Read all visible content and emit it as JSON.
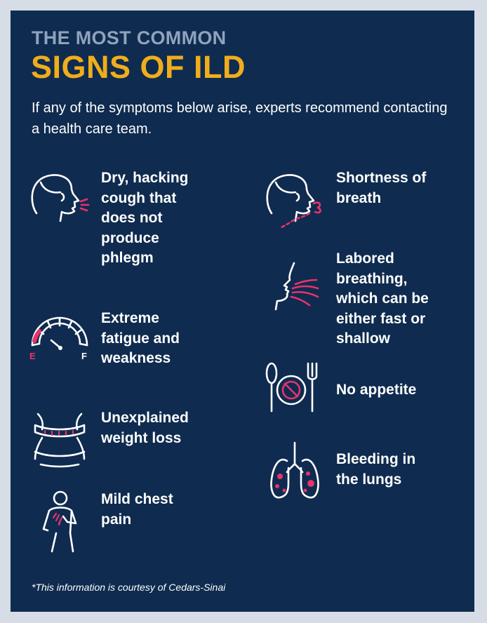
{
  "header": {
    "kicker": "THE MOST COMMON",
    "headline": "SIGNS OF ILD",
    "intro": "If any of the symptoms below arise, experts recommend contacting a health care team."
  },
  "symptoms": {
    "left": [
      {
        "label": "Dry, hacking cough that does not produce phlegm",
        "icon": "cough-head-icon"
      },
      {
        "label": "Extreme fatigue and weakness",
        "icon": "fuel-gauge-icon"
      },
      {
        "label": "Unexplained weight loss",
        "icon": "waist-tape-icon"
      },
      {
        "label": "Mild chest pain",
        "icon": "chest-pain-person-icon"
      }
    ],
    "right": [
      {
        "label": "Shortness of breath",
        "icon": "breath-head-icon"
      },
      {
        "label": "Labored breathing, which can be either fast or shallow",
        "icon": "face-breathing-icon"
      },
      {
        "label": "No appetite",
        "icon": "plate-utensils-icon"
      },
      {
        "label": "Bleeding in the lungs",
        "icon": "lungs-icon"
      }
    ]
  },
  "gauge": {
    "empty_mark": "E",
    "full_mark": "F"
  },
  "footnote": "*This information is courtesy of Cedars-Sinai",
  "colors": {
    "background": "#0f2b4f",
    "accent": "#f0ad1b",
    "highlight": "#e8336b",
    "kicker": "#8fa3bd",
    "frame": "#d6dde6"
  }
}
